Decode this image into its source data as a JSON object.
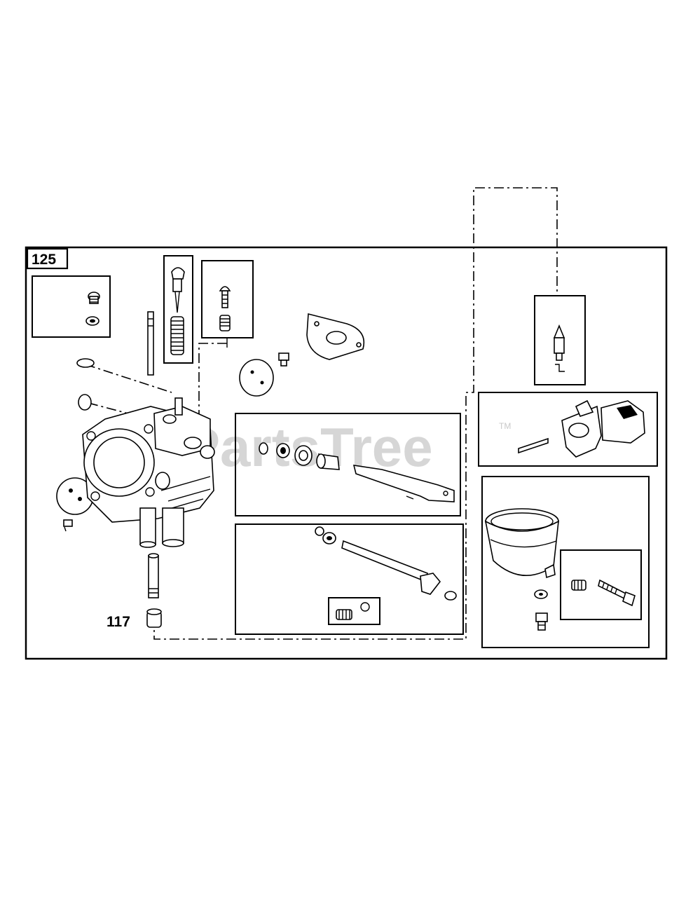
{
  "diagram": {
    "watermark": "PartsTree",
    "watermark_tm": "TM",
    "callouts": {
      "kit_number": "125",
      "inlet_fitting_number": "117"
    }
  }
}
